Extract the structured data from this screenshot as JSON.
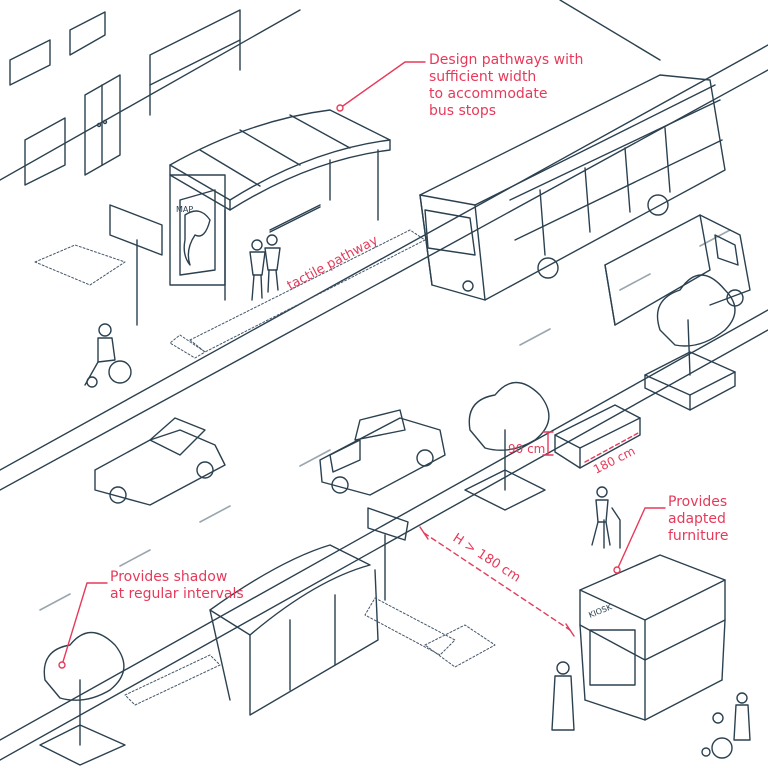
{
  "annotations": {
    "pathways": [
      "Design pathways with",
      "sufficient width",
      "to accommodate",
      "bus stops"
    ],
    "furniture": [
      "Provides",
      "adapted",
      "furniture"
    ],
    "shadow": [
      "Provides shadow",
      "at regular intervals"
    ]
  },
  "labels": {
    "tactile": "tactile pathway",
    "height": "H > 180 cm",
    "bench_height": "90 cm",
    "bench_length": "180 cm",
    "map": "MAP",
    "kiosk_sign": "KIOSK"
  },
  "colors": {
    "line": "#2b4150",
    "accent": "#e63a5a",
    "tactile": "#44566a",
    "background": "#ffffff"
  }
}
